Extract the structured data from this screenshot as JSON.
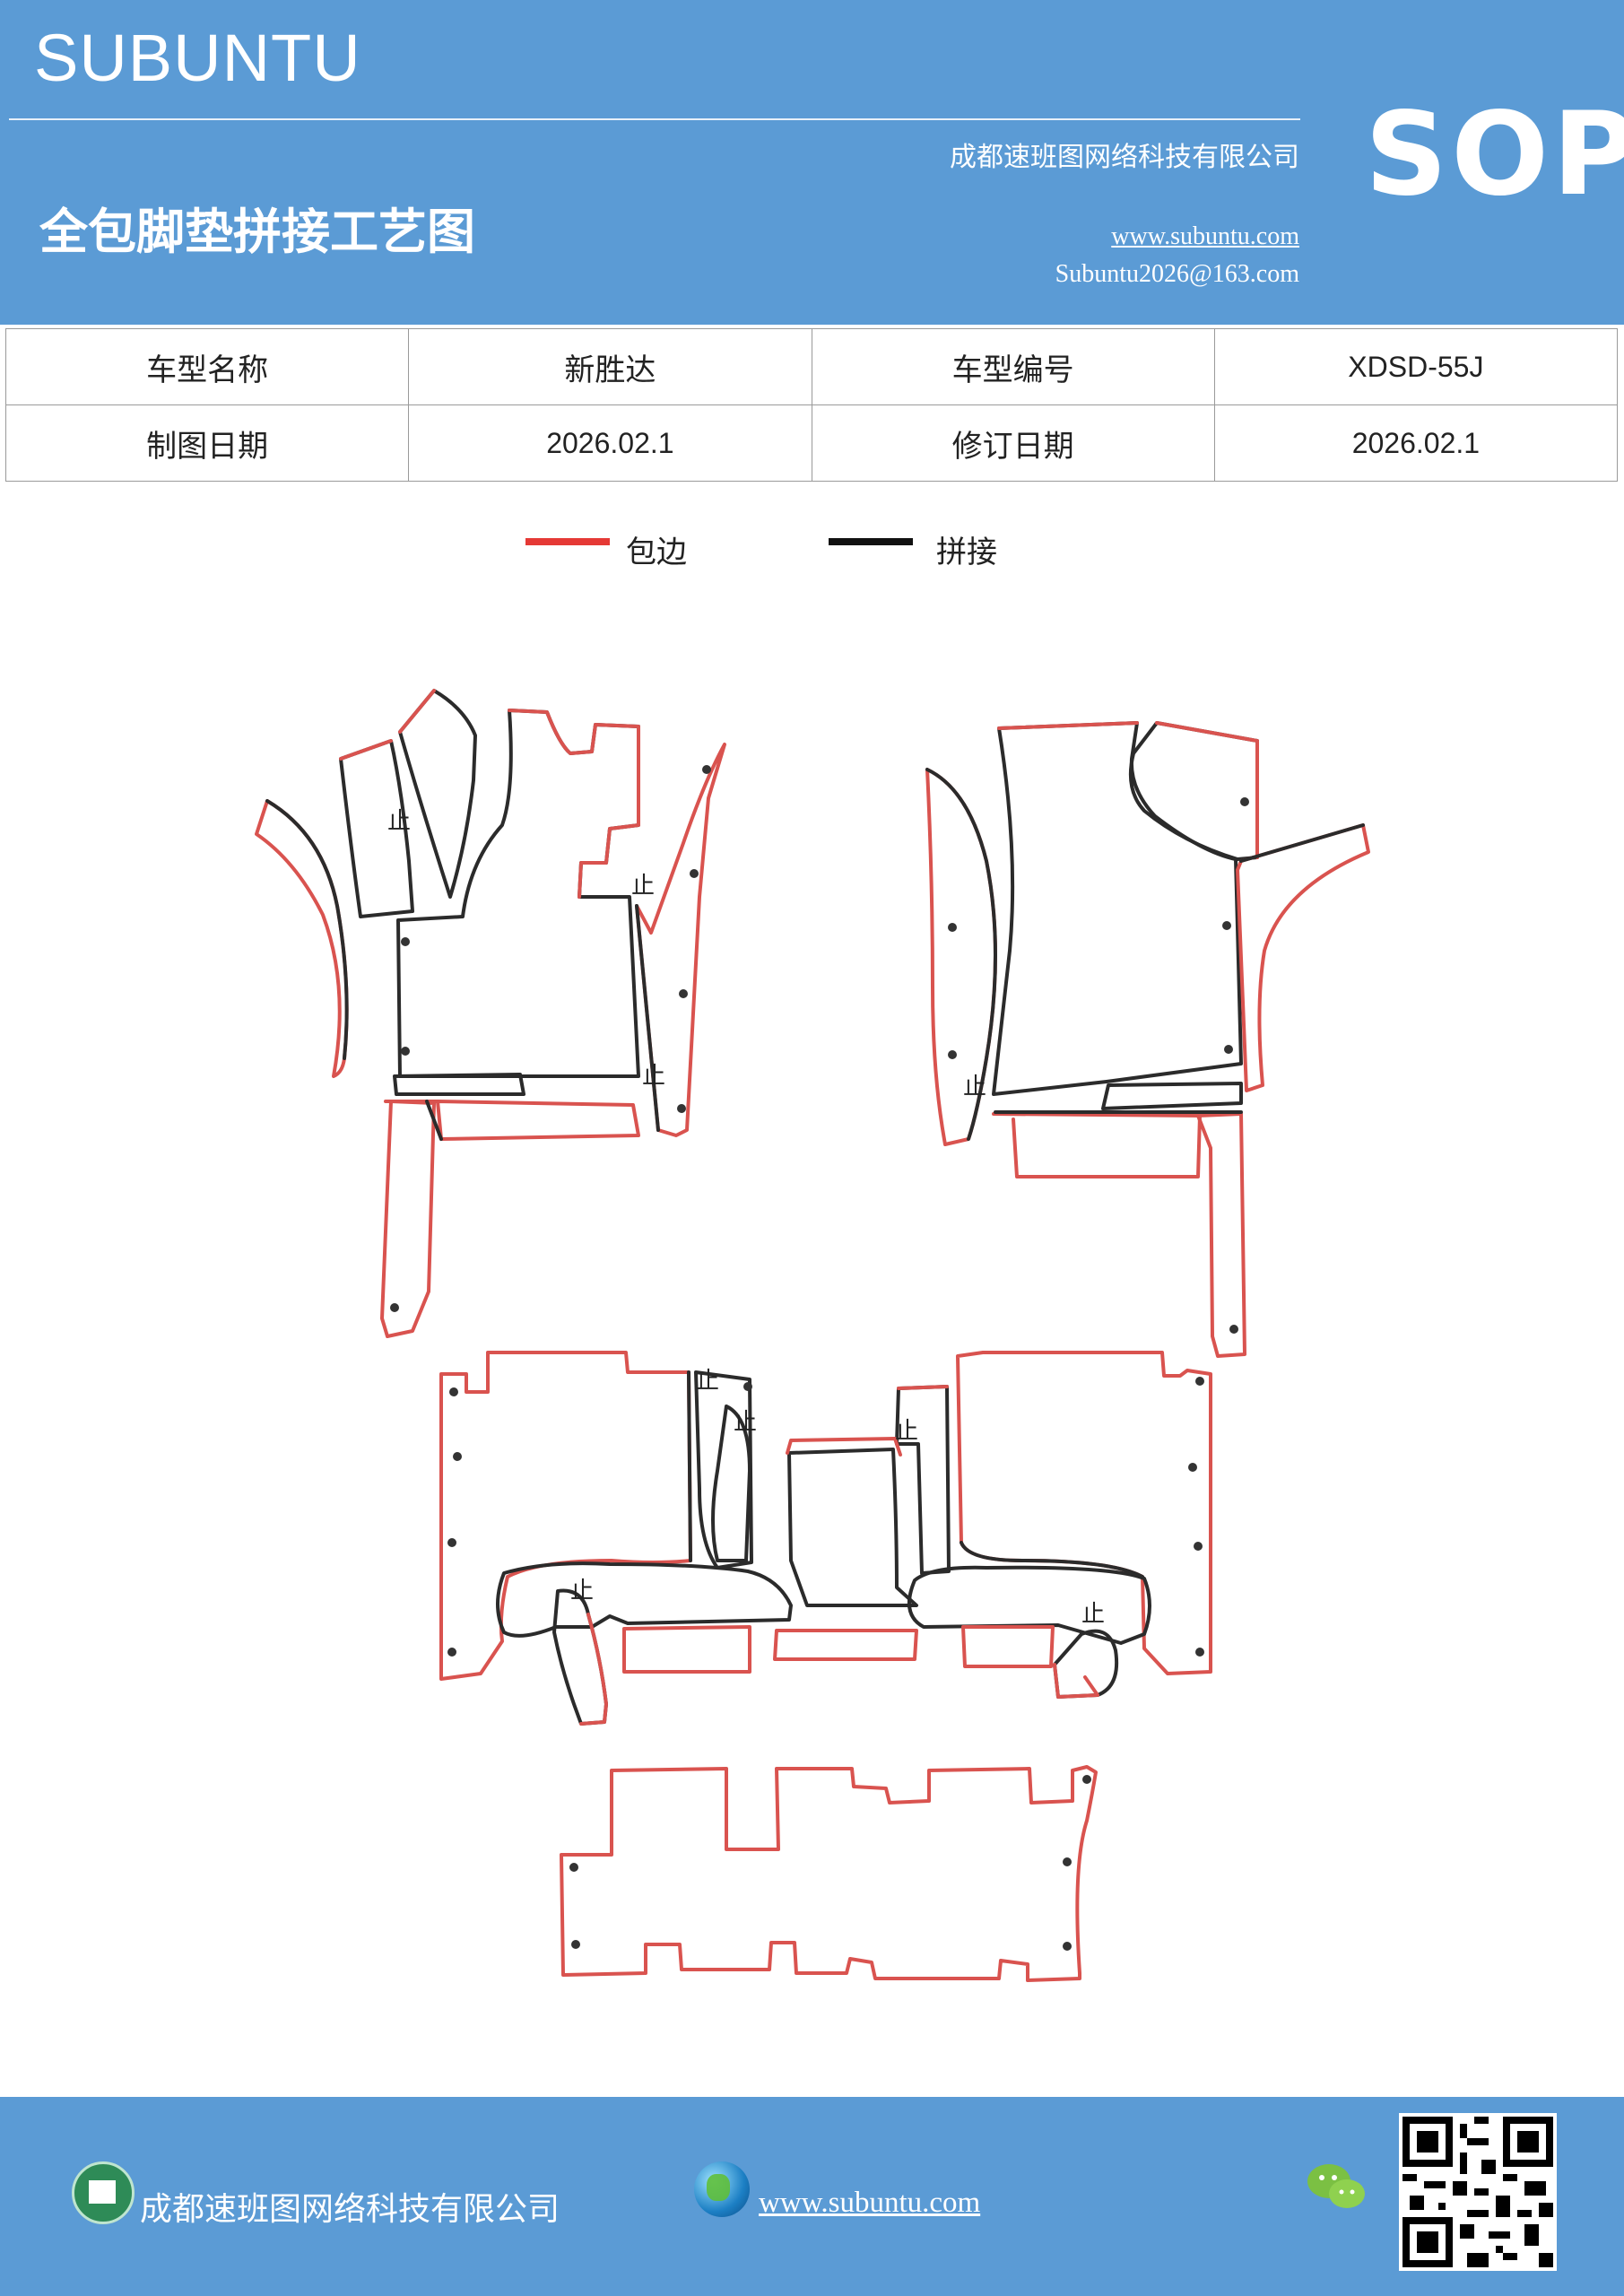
{
  "header": {
    "brand": "SUBUNTU",
    "company": "成都速班图网络科技有限公司",
    "title": "全包脚垫拼接工艺图",
    "website": "www.subuntu.com",
    "email": "Subuntu2026@163.com",
    "badge": "SOP"
  },
  "info_table": {
    "model_name_label": "车型名称",
    "model_name_value": "新胜达",
    "model_code_label": "车型编号",
    "model_code_value": "XDSD-55J",
    "draw_date_label": "制图日期",
    "draw_date_value": "2026.02.1",
    "revise_date_label": "修订日期",
    "revise_date_value": "2026.02.1"
  },
  "legend": {
    "edge_label": "包边",
    "edge_color": "#e03a3a",
    "splice_label": "拼接",
    "splice_color": "#222222"
  },
  "diagram": {
    "stop_mark": "止",
    "outline_red": "#d9534f",
    "outline_black": "#2b2b2b"
  },
  "footer": {
    "company": "成都速班图网络科技有限公司",
    "website": "www.subuntu.com",
    "company_icon": "building-icon",
    "web_icon": "globe-icon",
    "chat_icon": "wechat-icon",
    "qr_icon": "qr-code"
  }
}
